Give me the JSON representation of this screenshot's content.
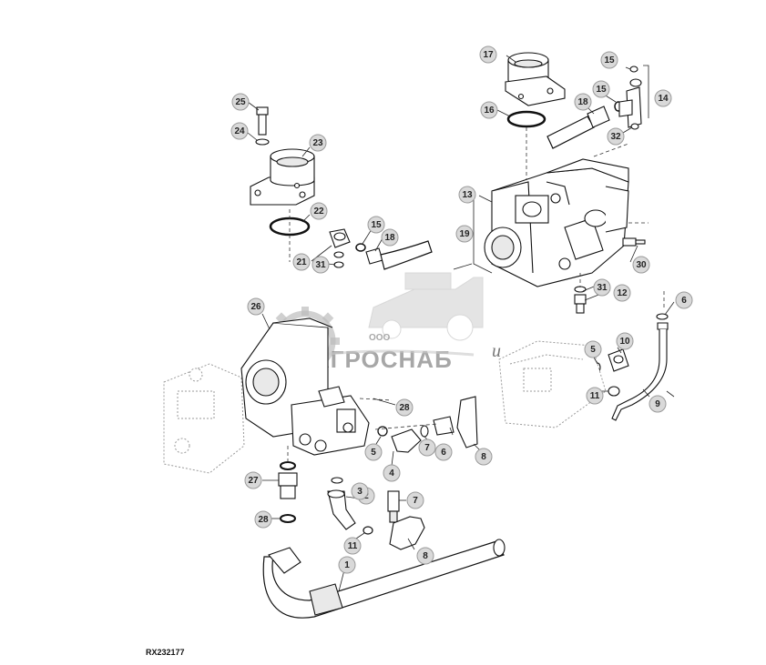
{
  "figure_code": "RX232177",
  "watermark": {
    "brand": "АГРОСНАБ",
    "prefix": "ООО",
    "suffix": "u"
  },
  "callouts": [
    {
      "n": "1"
    },
    {
      "n": "2"
    },
    {
      "n": "3"
    },
    {
      "n": "4"
    },
    {
      "n": "5"
    },
    {
      "n": "5"
    },
    {
      "n": "6"
    },
    {
      "n": "6"
    },
    {
      "n": "7"
    },
    {
      "n": "7"
    },
    {
      "n": "8"
    },
    {
      "n": "8"
    },
    {
      "n": "9"
    },
    {
      "n": "10"
    },
    {
      "n": "11"
    },
    {
      "n": "11"
    },
    {
      "n": "12"
    },
    {
      "n": "13"
    },
    {
      "n": "14"
    },
    {
      "n": "15"
    },
    {
      "n": "15"
    },
    {
      "n": "15"
    },
    {
      "n": "16"
    },
    {
      "n": "17"
    },
    {
      "n": "18"
    },
    {
      "n": "18"
    },
    {
      "n": "19"
    },
    {
      "n": "21"
    },
    {
      "n": "22"
    },
    {
      "n": "23"
    },
    {
      "n": "24"
    },
    {
      "n": "25"
    },
    {
      "n": "26"
    },
    {
      "n": "27"
    },
    {
      "n": "28"
    },
    {
      "n": "28"
    },
    {
      "n": "30"
    },
    {
      "n": "31"
    },
    {
      "n": "31"
    },
    {
      "n": "32"
    }
  ]
}
